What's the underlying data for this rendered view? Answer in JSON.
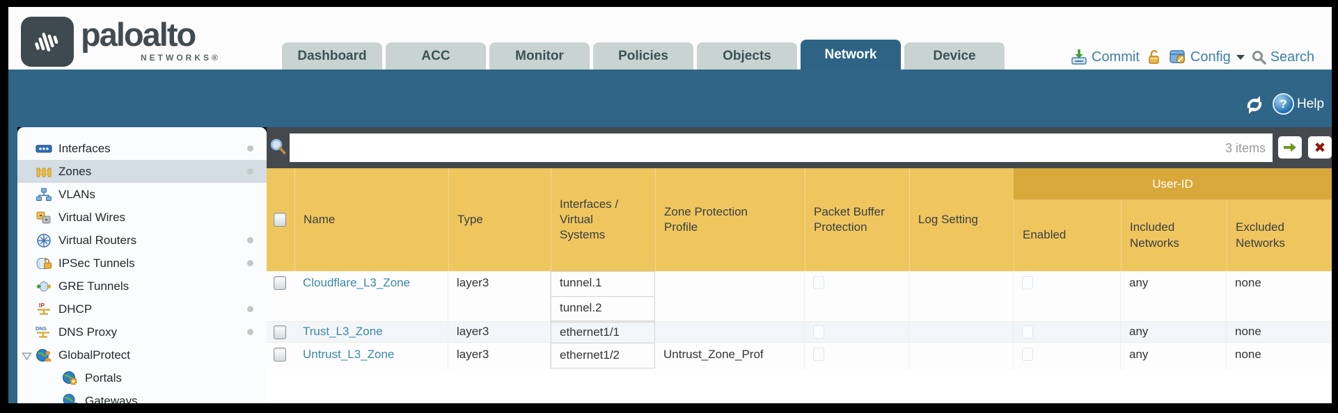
{
  "header": {
    "brand": "paloalto",
    "brand_sub": "NETWORKS®",
    "tabs": [
      {
        "label": "Dashboard",
        "active": false
      },
      {
        "label": "ACC",
        "active": false
      },
      {
        "label": "Monitor",
        "active": false
      },
      {
        "label": "Policies",
        "active": false
      },
      {
        "label": "Objects",
        "active": false
      },
      {
        "label": "Network",
        "active": true
      },
      {
        "label": "Device",
        "active": false
      }
    ],
    "utility": {
      "commit": "Commit",
      "config": "Config",
      "search": "Search"
    }
  },
  "toolbar": {
    "help": "Help"
  },
  "sidebar": {
    "items": [
      {
        "label": "Interfaces",
        "icon": "interfaces-icon",
        "selected": false,
        "has_dot": true,
        "child": false
      },
      {
        "label": "Zones",
        "icon": "zones-icon",
        "selected": true,
        "has_dot": true,
        "child": false
      },
      {
        "label": "VLANs",
        "icon": "vlans-icon",
        "selected": false,
        "has_dot": false,
        "child": false
      },
      {
        "label": "Virtual Wires",
        "icon": "virtual-wires-icon",
        "selected": false,
        "has_dot": false,
        "child": false
      },
      {
        "label": "Virtual Routers",
        "icon": "virtual-routers-icon",
        "selected": false,
        "has_dot": true,
        "child": false
      },
      {
        "label": "IPSec Tunnels",
        "icon": "ipsec-tunnels-icon",
        "selected": false,
        "has_dot": true,
        "child": false
      },
      {
        "label": "GRE Tunnels",
        "icon": "gre-tunnels-icon",
        "selected": false,
        "has_dot": false,
        "child": false
      },
      {
        "label": "DHCP",
        "icon": "dhcp-icon",
        "selected": false,
        "has_dot": true,
        "child": false
      },
      {
        "label": "DNS Proxy",
        "icon": "dns-proxy-icon",
        "selected": false,
        "has_dot": true,
        "child": false
      },
      {
        "label": "GlobalProtect",
        "icon": "globalprotect-icon",
        "selected": false,
        "has_dot": false,
        "child": false,
        "expanded": true
      },
      {
        "label": "Portals",
        "icon": "portals-icon",
        "selected": false,
        "has_dot": false,
        "child": true
      },
      {
        "label": "Gateways",
        "icon": "gateways-icon",
        "selected": false,
        "has_dot": false,
        "child": true
      }
    ]
  },
  "filter": {
    "value": "",
    "count": "3 items"
  },
  "icons": {
    "clear": "✖"
  },
  "table": {
    "group_header": "User-ID",
    "columns": [
      "Name",
      "Type",
      "Interfaces / Virtual Systems",
      "Zone Protection Profile",
      "Packet Buffer Protection",
      "Log Setting",
      "Enabled",
      "Included Networks",
      "Excluded Networks"
    ],
    "rows": [
      {
        "name": "Cloudflare_L3_Zone",
        "type": "layer3",
        "interfaces": [
          "tunnel.1",
          "tunnel.2"
        ],
        "zone_protection_profile": "",
        "packet_buffer_protection": false,
        "log_setting": "",
        "user_id_enabled": false,
        "included_networks": "any",
        "excluded_networks": "none"
      },
      {
        "name": "Trust_L3_Zone",
        "type": "layer3",
        "interfaces": [
          "ethernet1/1"
        ],
        "zone_protection_profile": "",
        "packet_buffer_protection": false,
        "log_setting": "",
        "user_id_enabled": false,
        "included_networks": "any",
        "excluded_networks": "none"
      },
      {
        "name": "Untrust_L3_Zone",
        "type": "layer3",
        "interfaces": [
          "ethernet1/2"
        ],
        "zone_protection_profile": "Untrust_Zone_Prof",
        "packet_buffer_protection": false,
        "log_setting": "",
        "user_id_enabled": false,
        "included_networks": "any",
        "excluded_networks": "none"
      }
    ]
  },
  "colors": {
    "teal_band": "#2f6587",
    "active_tab": "#2d6486",
    "inactive_tab": "#c9d3d1",
    "search_bar": "#45494e",
    "header_amber": "#efc55e",
    "user_id_amber": "#d9a83b",
    "link_blue": "#3d87aa",
    "selected_row": "#d3dde3"
  }
}
